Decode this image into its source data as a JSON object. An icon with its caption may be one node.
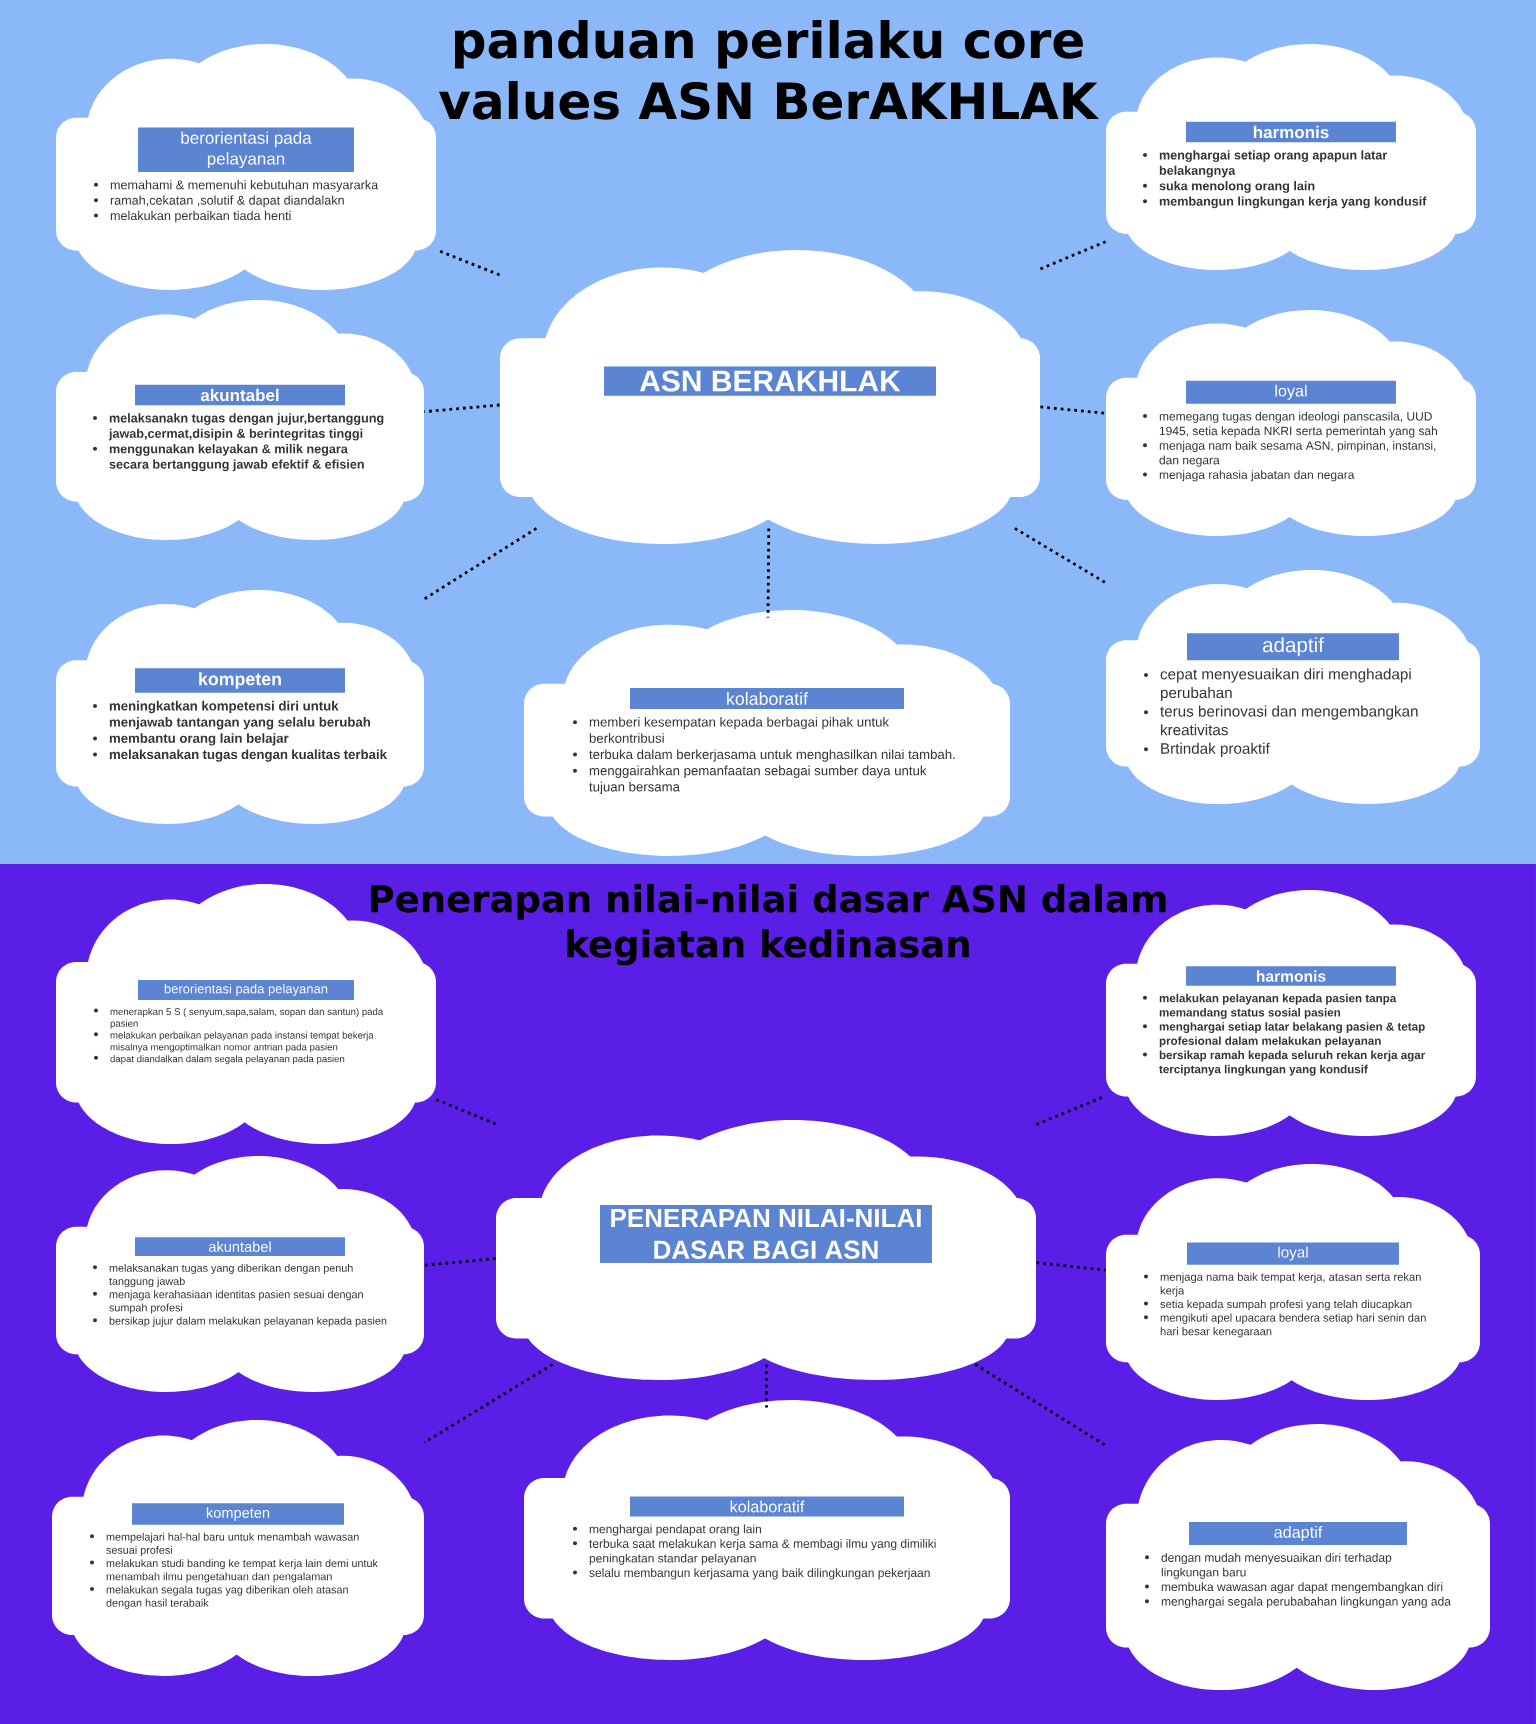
{
  "diagram": {
    "nodes": [
      {
        "text": [
          "panduan perilaku core values ASN BerAKHLAK"
        ]
      },
      {
        "text": [
          "berorientasi pada pelayanan",
          "memahami & memenuhi kebutuhan masyararka",
          "ramah,cekatan ,solutif & dapat diandalakn",
          "melakukan perbaikan tiada henti"
        ],
        "in": 0
      },
      {
        "text": [
          "harmonis",
          "menghargai setiap orang apapun latar belakangnya",
          "suka menolong orang lain",
          "membangun lingkungan kerja yang kondusif"
        ],
        "in": 0
      },
      {
        "text": [
          "ASN BERAKHLAK"
        ],
        "in": 0
      },
      {
        "text": [
          "akuntabel",
          "melaksanakn tugas dengan jujur,bertanggung jawab,cermat,disipin & berintegritas tinggi",
          "menggunakan kelayakan & milik negara secara bertanggung jawab efektif & efisien"
        ],
        "in": 0
      },
      {
        "text": [
          "loyal",
          "memegang tugas dengan ideologi panscasila, UUD 1945, setia kepada NKRI serta pemerintah yang sah",
          "menjaga nam baik sesama ASN, pimpinan, instansi, dan negara",
          "menjaga rahasia jabatan dan negara"
        ],
        "in": 0
      },
      {
        "text": [
          "adaptif",
          "cepat menyesuaikan diri menghadapi perubahan",
          "terus berinovasi dan mengembangkan kreativitas",
          "Brtindak proaktif"
        ],
        "in": 0
      },
      {
        "text": [
          "kompeten",
          "meningkatkan kompetensi diri untuk menjawab tantangan yang selalu berubah",
          "membantu orang lain belajar",
          "melaksanakan tugas dengan kualitas terbaik"
        ],
        "in": 0
      },
      {
        "text": [
          "kolaboratif",
          "memberi kesempatan kepada berbagai pihak untuk berkontribusi",
          "terbuka dalam berkerjasama untuk menghasilkan nilai tambah.",
          "menggairahkan pemanfaatan sebagai sumber daya untuk tujuan bersama"
        ],
        "in": 0
      },
      {
        "text": [
          "Penerapan nilai-nilai dasar ASN dalam kegiatan kedinasan"
        ]
      },
      {
        "text": [
          "berorientasi pada pelayanan",
          "menerapkan 5 S ( senyum,sapa,salam, sopan dan santun) pada pasien",
          "melakukan perbaikan pelayanan pada instansi tempat bekerja misalnya mengoptimalkan nomor antrian pada pasien",
          "dapat diandalkan dalam segala pelayanan pada pasien"
        ],
        "in": 9
      },
      {
        "text": [
          "harmonis",
          "melakukan pelayanan kepada pasien tanpa memandang status sosial pasien",
          "menghargai setiap latar belakang pasien & tetap profesional dalam melakukan pelayanan",
          "bersikap ramah kepada seluruh rekan kerja agar terciptanya lingkungan yang kondusif"
        ],
        "in": 9
      },
      {
        "text": [
          "PENERAPAN NILAI-NILAI DASAR BAGI ASN"
        ],
        "in": 9
      },
      {
        "text": [
          "akuntabel",
          "melaksanakan tugas yang diberikan dengan penuh tanggung jawab",
          "menjaga kerahasiaan identitas pasien sesuai dengan sumpah profesi",
          "bersikap jujur dalam melakukan pelayanan kepada pasien"
        ],
        "in": 9
      },
      {
        "text": [
          "loyal",
          "menjaga nama baik tempat kerja, atasan serta rekan kerja",
          "setia kepada sumpah profesi yang telah diucapkan",
          "mengikuti apel upacara bendera setiap hari senin dan hari besar kenegaraan"
        ],
        "in": 9
      },
      {
        "text": [
          "kompeten",
          "mempelajari hal-hal baru untuk menambah wawasan sesuai profesi",
          "melakukan studi banding ke tempat kerja lain demi untuk menambah ilmu pengetahuan dan pengalaman",
          "melakukan segala tugas yag diberikan oleh atasan dengan hasil terabaik"
        ],
        "in": 9
      },
      {
        "text": [
          "adaptif",
          "dengan mudah menyesuaikan diri terhadap lingkungan baru",
          "membuka wawasan agar dapat mengembangkan diri",
          "menghargai segala perubabahan lingkungan yang ada"
        ],
        "in": 9
      },
      {
        "text": [
          "kolaboratif",
          "menghargai pendapat orang lain",
          "terbuka saat melakukan kerja sama & membagi ilmu yang dimiliki peningkatan standar pelayanan",
          "selalu membangun kerjasama yang baik dilingkungan pekerjaan"
        ],
        "in": 9
      }
    ],
    "edges": [
      {
        "from": 3,
        "to": 1,
        "arrow": "none"
      },
      {
        "from": 3,
        "to": 2,
        "arrow": "none"
      },
      {
        "from": 3,
        "to": 4,
        "arrow": "none"
      },
      {
        "from": 3,
        "to": 5,
        "arrow": "none"
      },
      {
        "from": 3,
        "to": 6,
        "arrow": "none"
      },
      {
        "from": 3,
        "to": 7,
        "arrow": "none"
      },
      {
        "from": 3,
        "to": 8,
        "arrow": "none"
      },
      {
        "from": 12,
        "to": 10,
        "arrow": "none"
      },
      {
        "from": 12,
        "to": 11,
        "arrow": "none"
      },
      {
        "from": 12,
        "to": 13,
        "arrow": "none"
      },
      {
        "from": 12,
        "to": 14,
        "arrow": "none"
      },
      {
        "from": 12,
        "to": 15,
        "arrow": "none"
      },
      {
        "from": 12,
        "to": 16,
        "arrow": "none"
      },
      {
        "from": 12,
        "to": 17,
        "arrow": "none"
      }
    ]
  }
}
